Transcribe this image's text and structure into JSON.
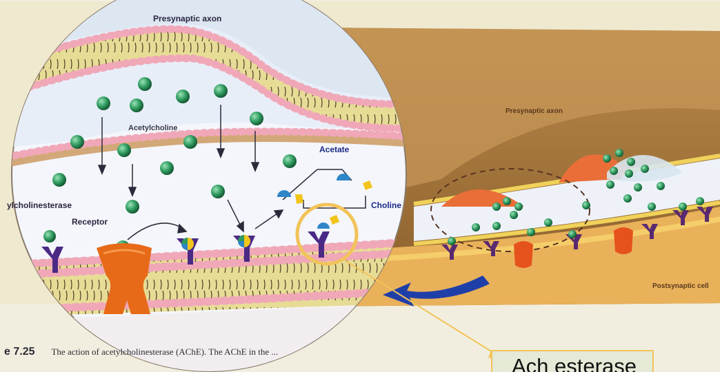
{
  "labels": {
    "presynaptic_axon_top": "Presynaptic axon",
    "acetylcholine": "Acetylcholine",
    "acetate": "Acetate",
    "choline": "Choline",
    "acetylcholinesterase": "ylcholinesterase",
    "receptor": "Receptor",
    "presynaptic_axon_right": "Presynaptic axon",
    "postsynaptic_cell": "Postsynaptic cell"
  },
  "caption": {
    "figure_number": "e 7.25",
    "text": "The action of acetylcholinesterase (AChE). The AChE in the ..."
  },
  "callout": {
    "text": "Ach esterase"
  },
  "colors": {
    "ach_green": "#2e9a5e",
    "receptor_purple": "#4b2a86",
    "channel_orange": "#e66a18",
    "highlight_ring": "#f2c35a",
    "arrow_blue": "#1f3fa8"
  }
}
